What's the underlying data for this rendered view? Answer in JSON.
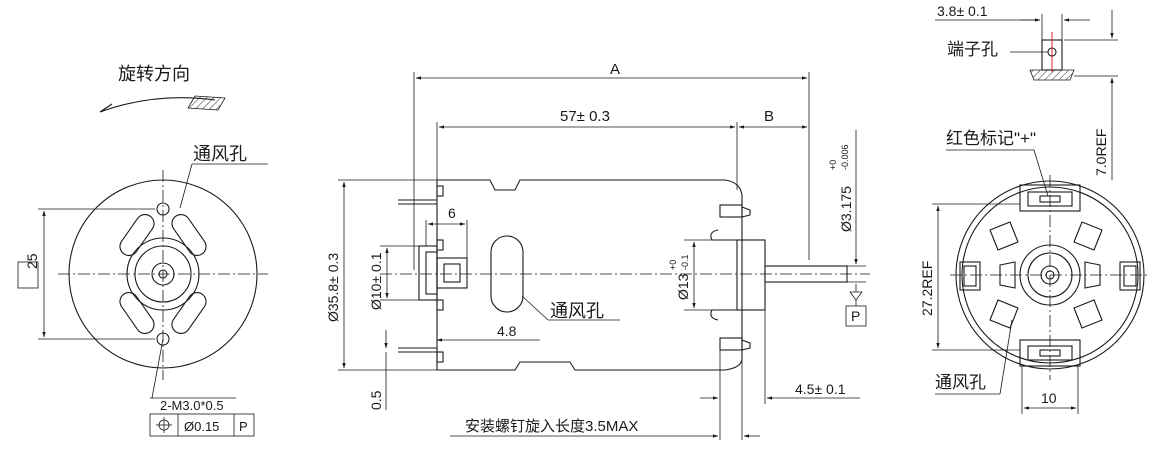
{
  "labels": {
    "rotation": "旋转方向",
    "vent_left": "通风孔",
    "vent_mid": "通风孔",
    "vent_right": "通风孔",
    "dim_25": "25",
    "hole_spec": "2-M3.0*0.5",
    "tol_symbol": "⌖",
    "tol_value": "Ø0.15",
    "tol_datum": "P",
    "dim_A": "A",
    "dim_B": "B",
    "dim_57": "57± 0.3",
    "dim_6": "6",
    "dim_48": "4.8",
    "dim_358": "Ø35.8± 0.3",
    "dim_10": "Ø10± 0.1",
    "dim_13_main": "Ø13",
    "dim_13_tol_top": "+0",
    "dim_13_tol_bot": "-0.1",
    "dim_3175_main": "Ø3.175",
    "dim_3175_tol_top": "+0",
    "dim_3175_tol_bot": "-0.006",
    "datum_P": "P",
    "dim_05": "0.5",
    "dim_45": "4.5± 0.1",
    "screw_note": "安装螺钉旋入长度3.5MAX",
    "dim_38": "3.8± 0.1",
    "terminal_hole": "端子孔",
    "red_mark": "红色标记\"+\"",
    "dim_7ref": "7.0REF",
    "dim_272ref": "27.2REF",
    "dim_10_right": "10"
  }
}
